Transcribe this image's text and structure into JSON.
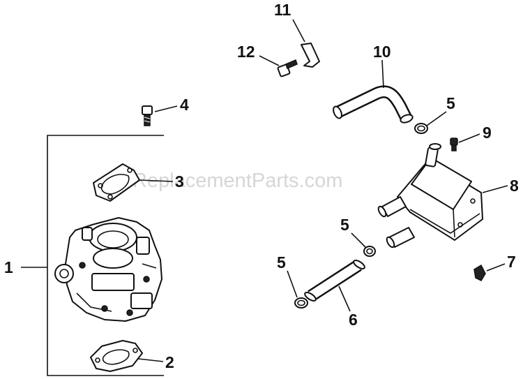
{
  "watermark": "ReplacementParts.com",
  "callouts": {
    "c1": "1",
    "c2": "2",
    "c3": "3",
    "c4": "4",
    "c5a": "5",
    "c5b": "5",
    "c5c": "5",
    "c6": "6",
    "c7": "7",
    "c8": "8",
    "c9": "9",
    "c10": "10",
    "c11": "11",
    "c12": "12"
  }
}
